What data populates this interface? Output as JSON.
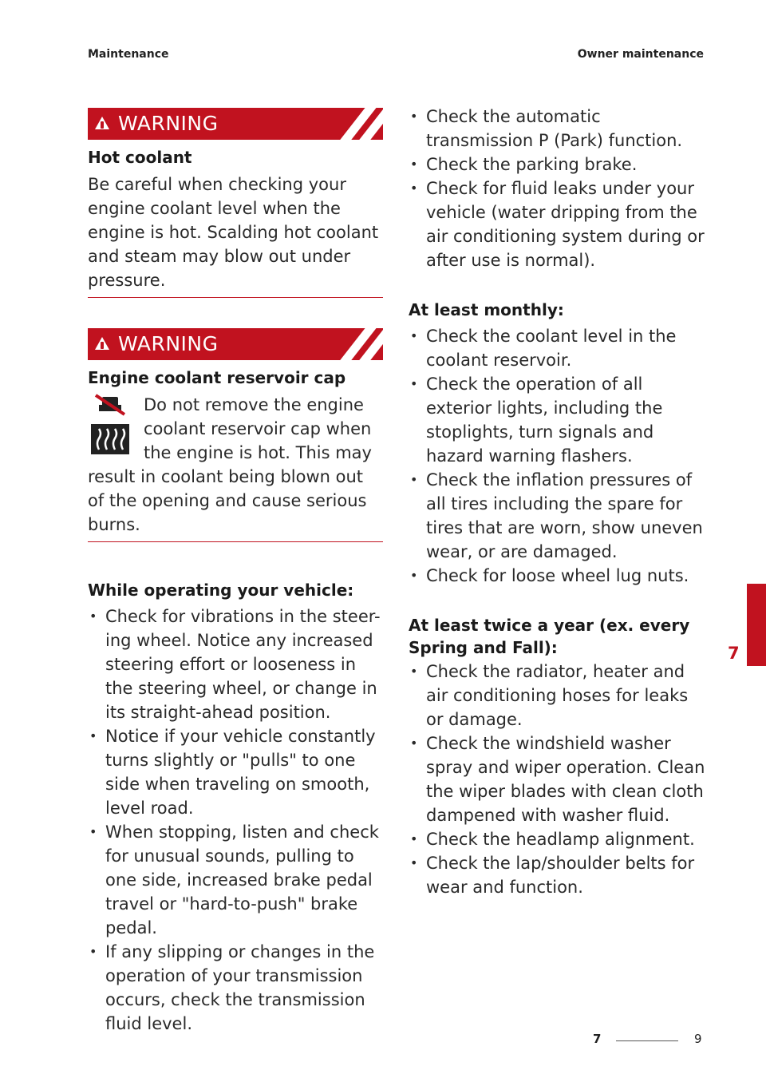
{
  "header": {
    "left": "Maintenance",
    "right": "Owner maintenance"
  },
  "warnings": [
    {
      "label": "WARNING",
      "title": "Hot coolant",
      "body": "Be careful when checking your engine coolant level when the engine is hot. Scalding hot coolant and steam may blow out under pressure."
    },
    {
      "label": "WARNING",
      "title": "Engine coolant reservoir cap",
      "body_indented": "Do not remove the engine coolant reservoir cap when the engine is hot. This may",
      "body_rest": "result in coolant being blown out of the opening and cause serious burns."
    }
  ],
  "operating": {
    "heading": "While operating your vehicle:",
    "items": [
      "Check for vibrations in the steer-ing wheel. Notice any increased steering effort or looseness in the steering wheel, or change in its straight-ahead position.",
      "Notice if your vehicle constantly turns slightly or \"pulls\" to one side when traveling on smooth, level road.",
      "When stopping, listen and check for unusual sounds, pulling to one side, increased brake pedal travel or \"hard-to-push\" brake pedal.",
      "If any slipping or changes in the operation of your transmission occurs, check the transmission fluid level."
    ]
  },
  "continued": {
    "items": [
      "Check the automatic transmission P (Park) function.",
      "Check the parking brake.",
      "Check for fluid leaks under your vehicle (water dripping from the air conditioning system during or after use is normal)."
    ]
  },
  "monthly": {
    "heading": "At least monthly:",
    "items": [
      "Check the coolant level in the coolant reservoir.",
      "Check the operation of all exterior lights, including the stoplights, turn signals and hazard warning flashers.",
      "Check the inflation pressures of all tires including the spare for tires that are worn, show uneven wear, or are damaged.",
      "Check for loose wheel lug nuts."
    ]
  },
  "twice_yearly": {
    "heading_line1": "At least twice a year (ex. every",
    "heading_line2": "Spring and Fall):",
    "items": [
      "Check the radiator, heater and air conditioning hoses for leaks or damage.",
      "Check the windshield washer spray and wiper operation. Clean the wiper blades with clean cloth dampened with washer fluid.",
      "Check the headlamp alignment.",
      "Check the lap/shoulder belts for wear and function."
    ]
  },
  "side_tab": {
    "chapter": "7"
  },
  "footer": {
    "chapter": "7",
    "page": "9"
  },
  "colors": {
    "accent": "#c1121f"
  },
  "icons": [
    "warning-triangle-icon",
    "coolant-cap-hot-icon"
  ]
}
